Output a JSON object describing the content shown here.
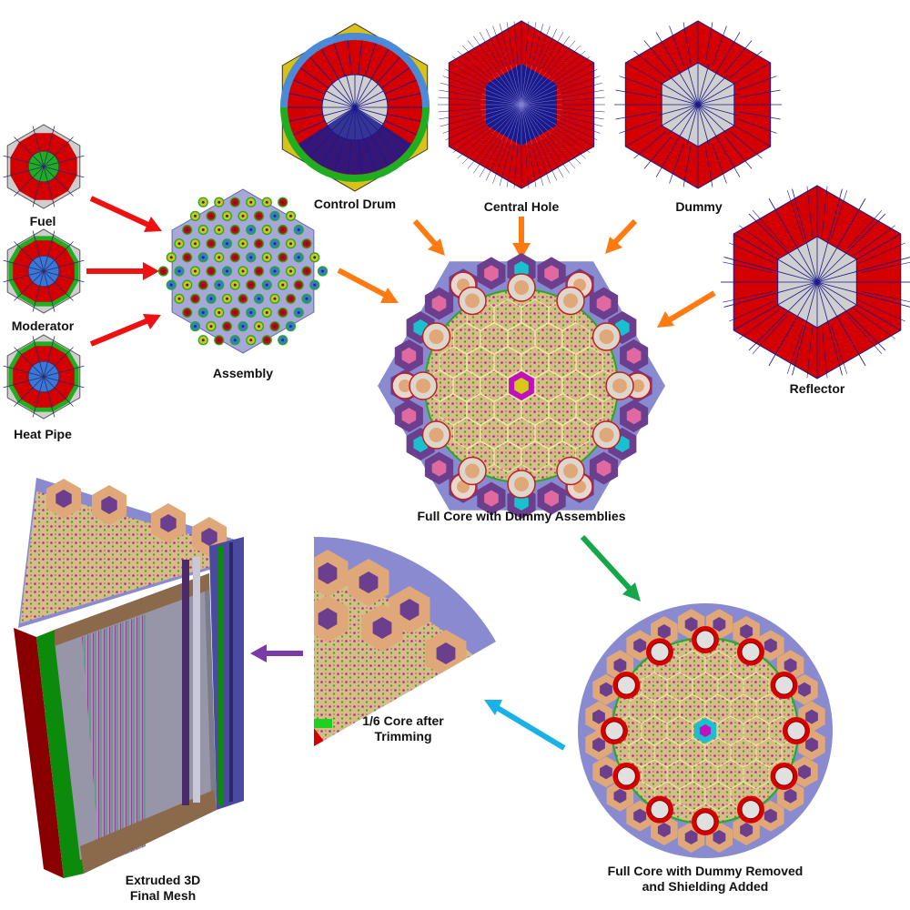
{
  "labels": {
    "fuel": "Fuel",
    "moderator": "Moderator",
    "heat_pipe": "Heat Pipe",
    "assembly": "Assembly",
    "control_drum": "Control Drum",
    "central_hole": "Central Hole",
    "dummy": "Dummy",
    "reflector": "Reflector",
    "full_core_dummy": "Full Core with Dummy Assemblies",
    "full_core_removed_line1": "Full Core with Dummy Removed",
    "full_core_removed_line2": "and Shielding Added",
    "one_sixth_line1": "1/6 Core after",
    "one_sixth_line2": "Trimming",
    "extruded_line1": "Extruded 3D",
    "extruded_line2": "Final Mesh"
  },
  "colors": {
    "red": "#d40000",
    "grey": "#cfcfcf",
    "green": "#1fae1f",
    "blue_pin": "#3a78d8",
    "navy": "#1a1a8c",
    "yellow": "#d8c21a",
    "lavender": "#8e8ed0",
    "purple": "#6b3f8e",
    "pink": "#e06aa0",
    "cyan": "#18c0d0",
    "tan": "#e0a878",
    "assembly_fill": "#d8c08a",
    "arrow_red": "#ee1111",
    "arrow_orange": "#ff7a10",
    "arrow_green": "#14a84a",
    "arrow_cyan": "#1ab0e8",
    "arrow_purple": "#7a3aa8"
  }
}
